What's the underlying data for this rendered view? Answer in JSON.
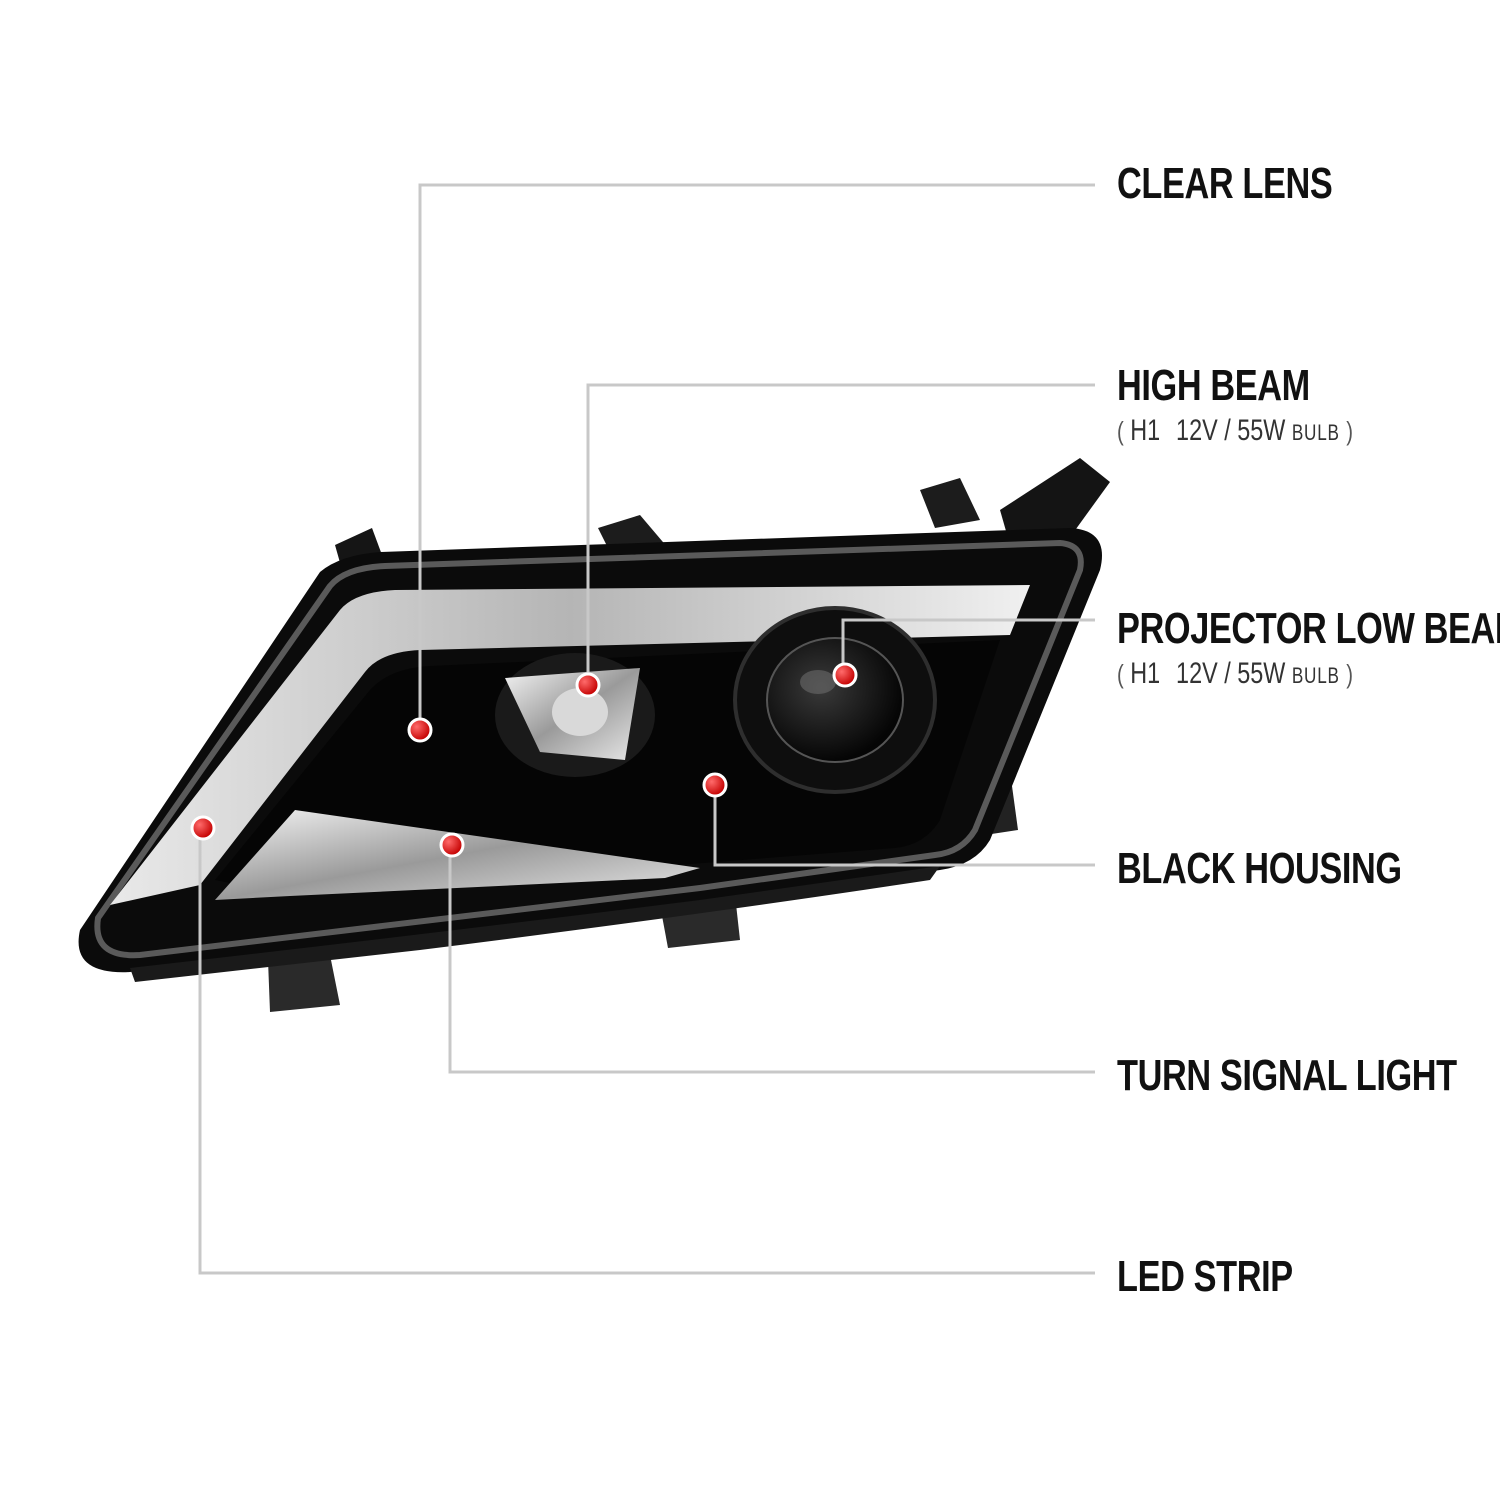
{
  "callouts": [
    {
      "id": "clear-lens",
      "title": "CLEAR LENS"
    },
    {
      "id": "high-beam",
      "title": "HIGH BEAM",
      "spec": {
        "open": "(",
        "model": "H1",
        "rating": "12V / 55W",
        "unit": "BULB",
        "close": ")"
      }
    },
    {
      "id": "projector-low-beam",
      "title": "PROJECTOR LOW BEAM",
      "spec": {
        "open": "(",
        "model": "H1",
        "rating": "12V / 55W",
        "unit": "BULB",
        "close": ")"
      }
    },
    {
      "id": "black-housing",
      "title": "BLACK HOUSING"
    },
    {
      "id": "turn-signal-light",
      "title": "TURN SIGNAL LIGHT"
    },
    {
      "id": "led-strip",
      "title": "LED STRIP"
    }
  ],
  "colors": {
    "leader_line": "#c8c8c8",
    "marker": "#e00000",
    "housing": "#0b0b0b",
    "text": "#111111"
  }
}
